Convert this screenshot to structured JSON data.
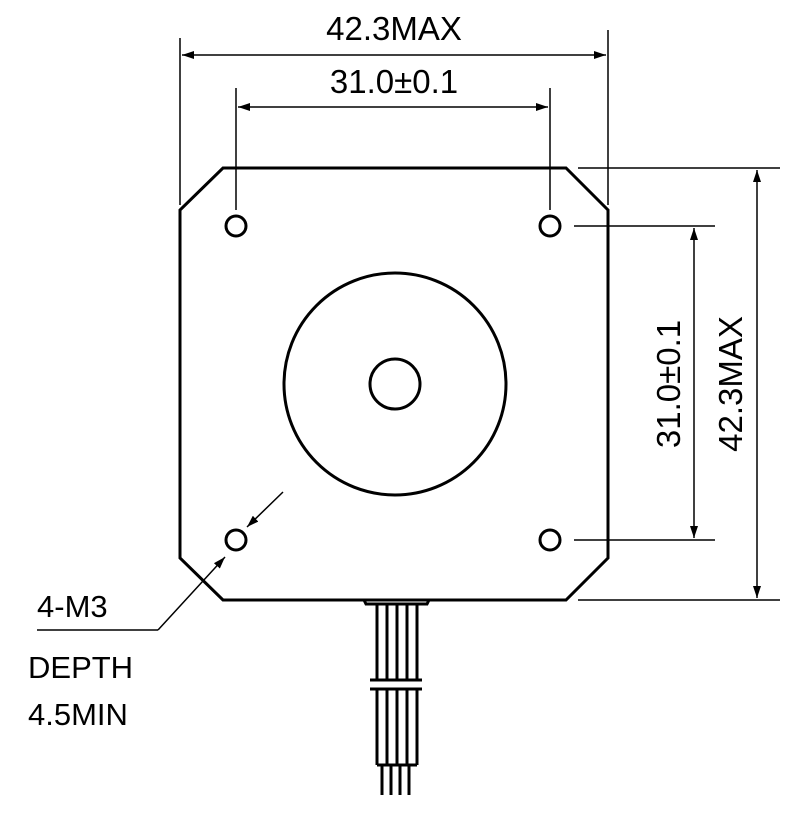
{
  "dimensions": {
    "top_outer": "42.3MAX",
    "top_inner": "31.0±0.1",
    "right_inner": "31.0±0.1",
    "right_outer": "42.3MAX"
  },
  "callout": {
    "thread": "4-M3",
    "depth_label": "DEPTH",
    "depth_value": "4.5MIN"
  },
  "colors": {
    "line": "#000000",
    "background": "#ffffff"
  }
}
